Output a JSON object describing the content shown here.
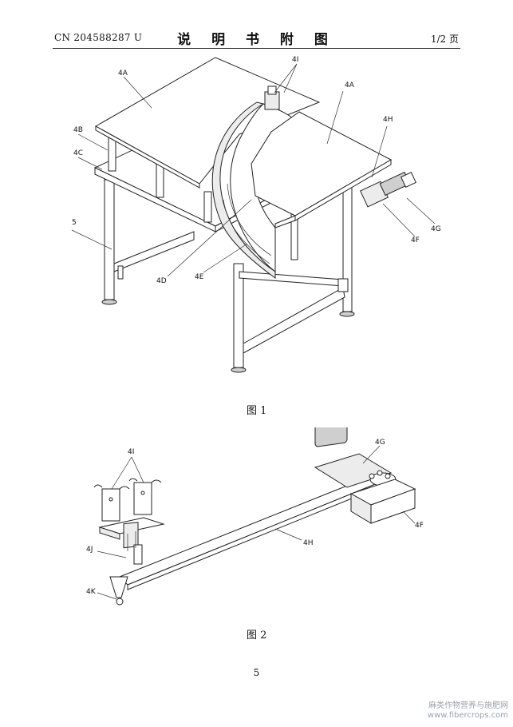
{
  "header": {
    "patent_number": "CN 204588287 U",
    "title": "说 明 书 附 图",
    "page": "1/2 页"
  },
  "figure1": {
    "caption": "图 1",
    "labels": {
      "a1": "4A",
      "a2": "4A",
      "b": "4B",
      "c": "4C",
      "d": "4D",
      "e": "4E",
      "f": "4F",
      "g": "4G",
      "h": "4H",
      "i": "4I",
      "five": "5"
    }
  },
  "figure2": {
    "caption": "图 2",
    "labels": {
      "i": "4I",
      "j": "4J",
      "k": "4K",
      "h": "4H",
      "g": "4G",
      "f": "4F"
    }
  },
  "footer": {
    "page_number": "5",
    "watermark_cn": "麻类作物营养与施肥网",
    "watermark_url": "www.fibercrops.com"
  }
}
